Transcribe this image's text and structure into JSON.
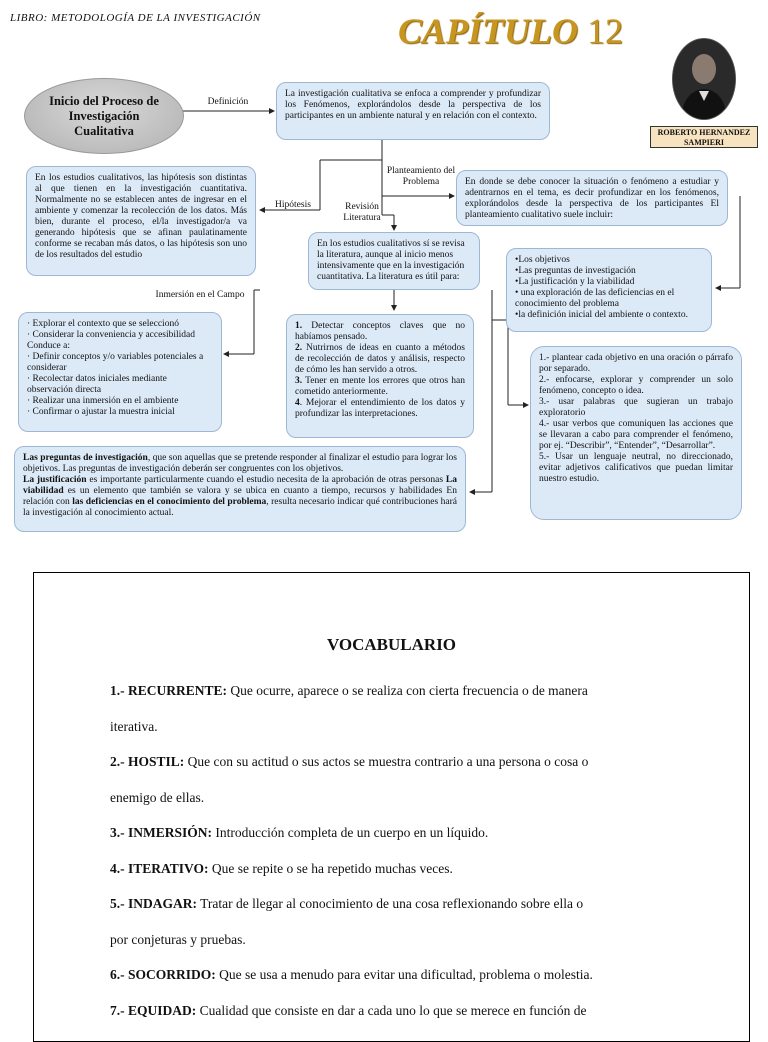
{
  "header": {
    "book": "LIBRO: METODOLOGÍA DE LA INVESTIGACIÓN",
    "chapter_word": "CAPÍTULO",
    "chapter_number": "12",
    "author": "ROBERTO HERNANDEZ SAMPIERI"
  },
  "diagram": {
    "main_node": "Inicio del Proceso de Investigación Cualitativa",
    "labels": {
      "definicion": "Definición",
      "planteamiento": "Planteamiento del Problema",
      "hipotesis": "Hipótesis",
      "revision": "Revisión Literatura",
      "inmersion": "Inmersión en el Campo"
    },
    "definition_box": "La investigación cualitativa se enfoca a comprender y profundizar los Fenómenos, explorándolos desde la perspectiva de los participantes en un ambiente natural y en relación con el contexto.",
    "hypothesis_box": "En los estudios cualitativos, las hipótesis son distintas al que tienen en la investigación cuantitativa. Normalmente no se establecen antes de ingresar en el ambiente y comenzar la recolección de los datos. Más bien, durante el proceso, el/la investigador/a va generando hipótesis que se afinan paulatinamente conforme se recaban más datos, o las hipótesis son uno de los resultados del estudio",
    "problem_box": "En donde se debe conocer la situación o fenómeno a estudiar y adentrarnos en el tema, es decir profundizar en los fenómenos, explorándolos desde la perspectiva de los participantes El planteamiento cualitativo suele incluir:",
    "literature_box": "En los estudios cualitativos sí se revisa la literatura, aunque al inicio menos intensivamente que en la investigación cuantitativa. La literatura es útil para:",
    "includes_list": [
      "•Los objetivos",
      "•Las preguntas de investigación",
      "•La justificación y la viabilidad",
      "• una exploración de las deficiencias en el conocimiento del problema",
      "•la definición inicial del ambiente o contexto."
    ],
    "immersion_list": [
      "· Explorar el contexto que se seleccionó",
      "· Considerar la conveniencia y accesibilidad",
      "Conduce a:",
      "· Definir conceptos y/o variables potenciales a considerar",
      "· Recolectar datos iniciales mediante observación directa",
      "· Realizar una inmersión en el ambiente",
      "· Confirmar o ajustar la muestra inicial"
    ],
    "literature_uses": [
      {
        "num": "1.",
        "text": " Detectar conceptos claves que no habíamos pensado."
      },
      {
        "num": "2.",
        "text": " Nutrirnos de ideas en cuanto a métodos de recolección de datos y análisis, respecto de cómo les han servido a otros."
      },
      {
        "num": "3.",
        "text": " Tener en mente los errores que otros han cometido anteriormente."
      },
      {
        "num": "4",
        "text": ". Mejorar el entendimiento de los datos y profundizar las interpretaciones."
      }
    ],
    "objectives_list": [
      "1.- plantear cada objetivo en una oración o párrafo por separado.",
      "2.- enfocarse, explorar y comprender un solo fenómeno, concepto o idea.",
      "3.- usar palabras que sugieran un trabajo exploratorio",
      "4.- usar verbos que comuniquen las acciones que se llevaran a cabo para comprender el fenómeno, por ej. “Describir”, “Entender”, “Desarrollar”.",
      "5.- Usar un lenguaje neutral, no direccionado, evitar adjetivos calificativos que puedan limitar nuestro estudio."
    ],
    "questions_box": {
      "p1_bold": "Las preguntas de investigación",
      "p1_rest": ", que son aquellas que se pretende responder al finalizar el estudio para lograr los objetivos. Las preguntas de investigación deberán ser congruentes con los objetivos.",
      "p2_bold": "La justificación",
      "p2_rest": " es importante particularmente cuando el estudio necesita de la aprobación de otras personas ",
      "p2_bold2": "La viabilidad",
      "p2_rest2": " es un elemento que también se valora y se ubica en cuanto a tiempo, recursos y habilidades En relación con ",
      "p2_bold3": "las deficiencias en el conocimiento del problema",
      "p2_rest3": ", resulta necesario indicar qué contribuciones hará la investigación al conocimiento actual."
    }
  },
  "vocabulary": {
    "title": "VOCABULARIO",
    "lines": [
      {
        "term": "1.- RECURRENTE:",
        "text": " Que ocurre, aparece o se realiza con cierta frecuencia o de manera"
      },
      {
        "term": "",
        "text": "iterativa."
      },
      {
        "term": "2.- HOSTIL:",
        "text": " Que con su actitud o sus actos se muestra contrario a una persona o cosa o"
      },
      {
        "term": "",
        "text": "enemigo de ellas."
      },
      {
        "term": "3.- INMERSIÓN:",
        "text": " Introducción completa de un cuerpo en un líquido."
      },
      {
        "term": "4.- ITERATIVO:",
        "text": " Que se repite o se ha repetido muchas veces."
      },
      {
        "term": "5.- INDAGAR:",
        "text": " Tratar de llegar al conocimiento de una cosa reflexionando sobre ella o"
      },
      {
        "term": "",
        "text": "por conjeturas y pruebas."
      },
      {
        "term": "6.- SOCORRIDO:",
        "text": " Que se usa a menudo para evitar una dificultad, problema o molestia."
      },
      {
        "term": "7.- EQUIDAD:",
        "text": " Cualidad que consiste en dar a cada uno lo que se merece en función de"
      }
    ]
  }
}
